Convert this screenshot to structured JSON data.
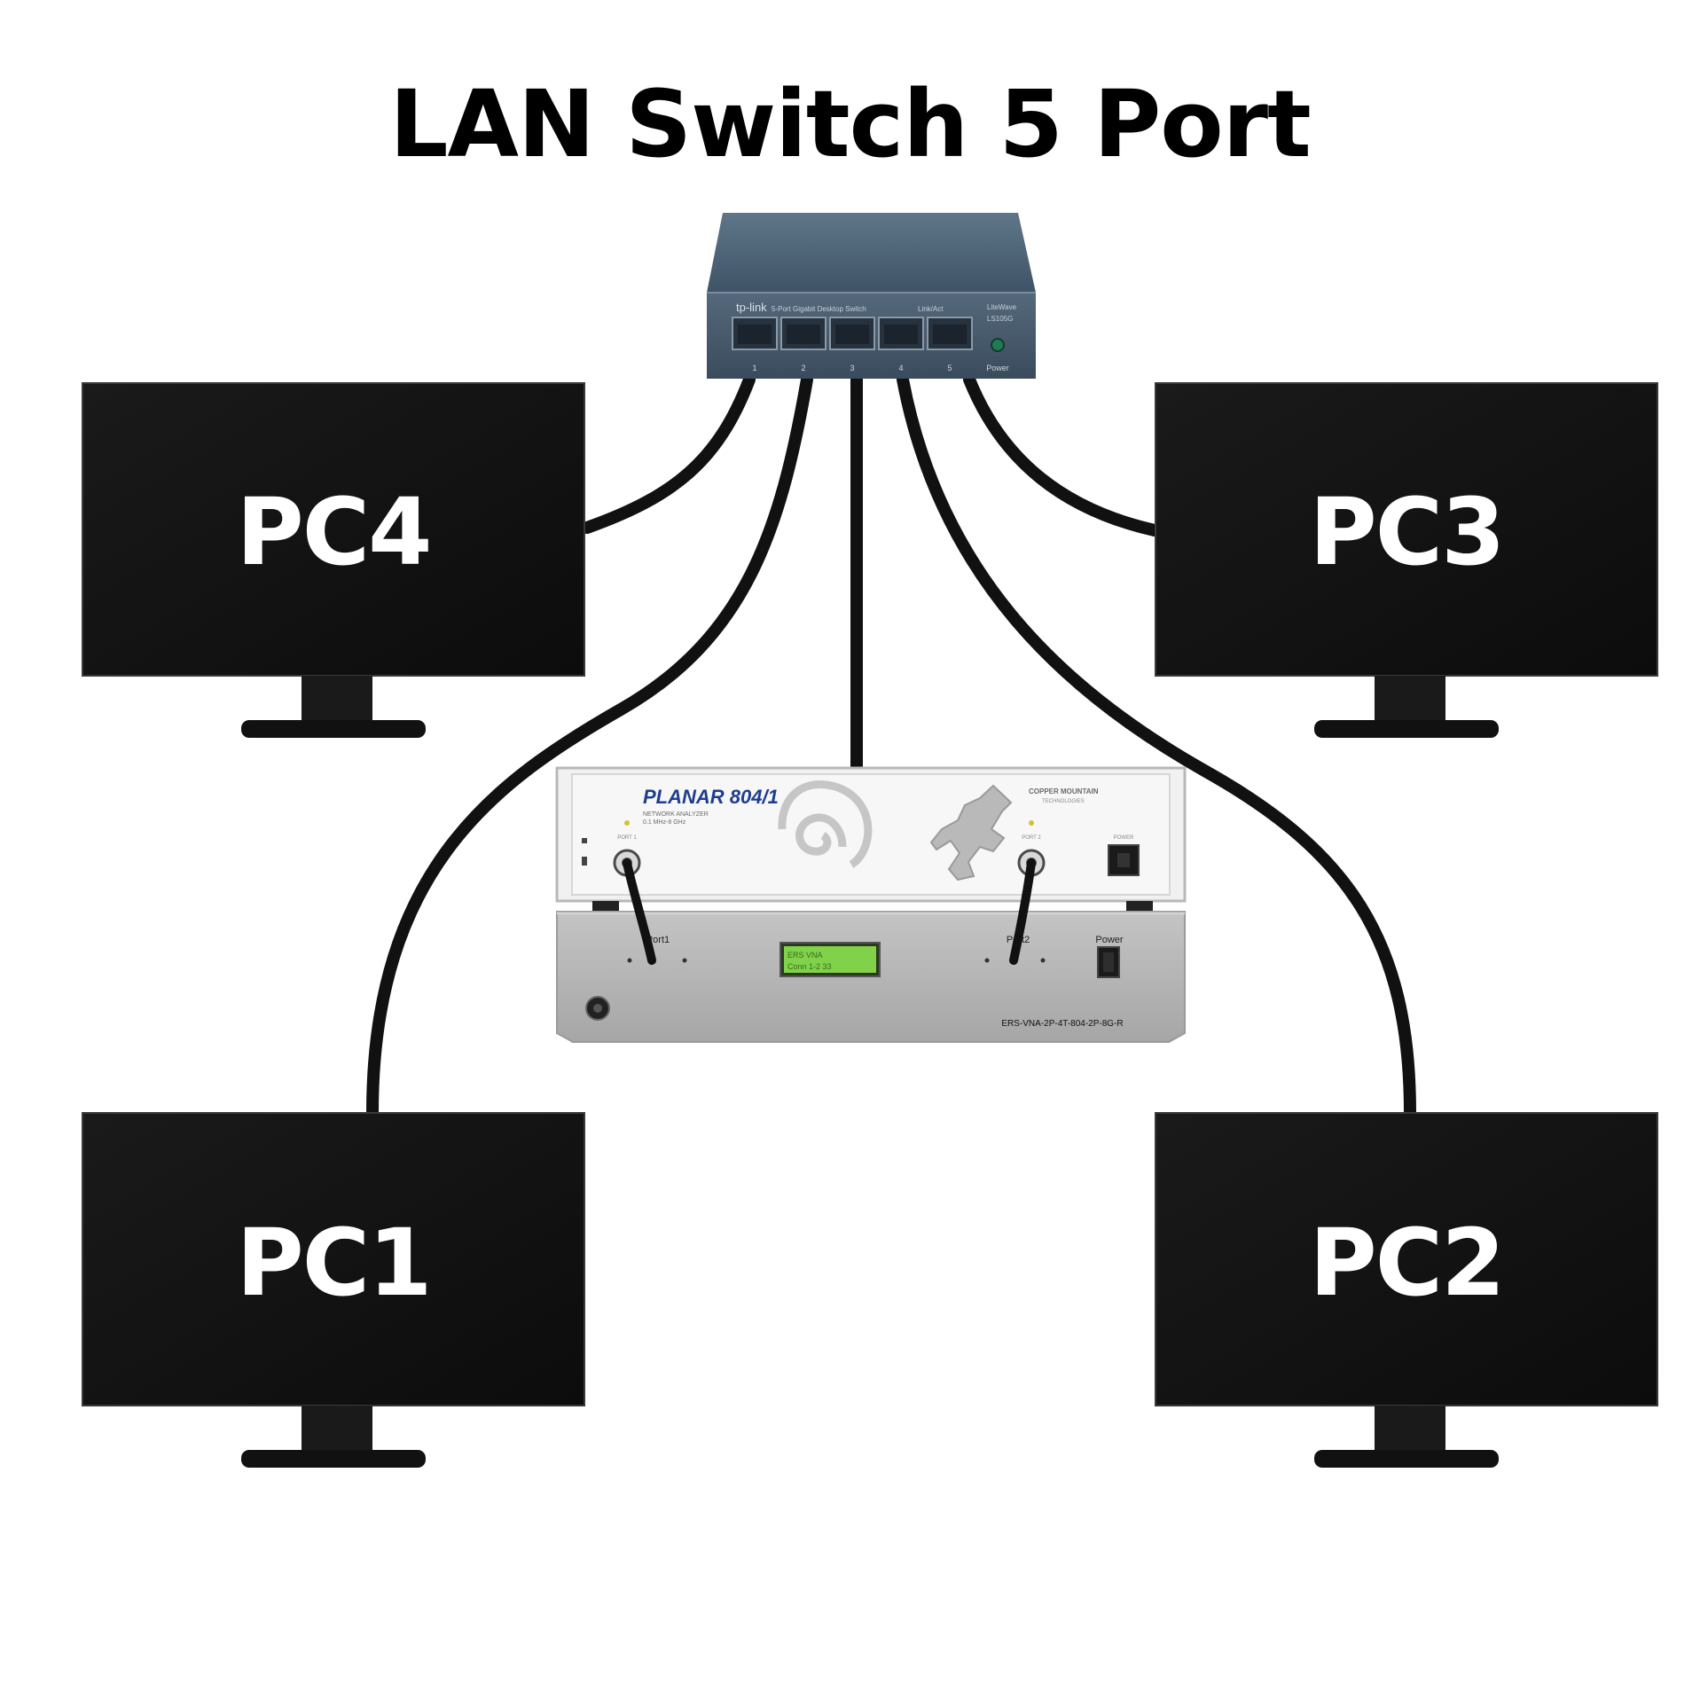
{
  "title": "LAN Switch 5 Port",
  "switch": {
    "brand": "tp-link",
    "description": "5-Port Gigabit Desktop Switch",
    "model_badge": "LiteWave",
    "model": "LS105G",
    "link_label": "Link/Act",
    "power_label": "Power",
    "port_numbers": [
      "1",
      "2",
      "3",
      "4",
      "5"
    ]
  },
  "pcs": [
    {
      "id": "pc4",
      "label": "PC4"
    },
    {
      "id": "pc3",
      "label": "PC3"
    },
    {
      "id": "pc1",
      "label": "PC1"
    },
    {
      "id": "pc2",
      "label": "PC2"
    }
  ],
  "analyzer": {
    "name": "PLANAR 804/1",
    "subtitle": "NETWORK ANALYZER",
    "freq_range": "0.1 MHz-8 GHz",
    "brand": "COPPER MOUNTAIN",
    "brand_sub": "TECHNOLOGIES",
    "port1_small": "PORT 1",
    "port2_small": "PORT 2",
    "power_small": "POWER"
  },
  "switch_box": {
    "port1_label": "Port1",
    "port2_label": "Port2",
    "power_label": "Power",
    "display_line1": "ERS VNA",
    "display_line2": "Conn 1-2 33",
    "model": "ERS-VNA-2P-4T-804-2P-8G-R"
  },
  "colors": {
    "cable": "#111111",
    "monitor": "#141414",
    "switch_body": "#4c6173",
    "analyzer_panel": "#eeeeee",
    "analyzer_brand": "#1d3d8f",
    "rack_box": "#b4b4b4",
    "lcd": "#7fd24a"
  }
}
